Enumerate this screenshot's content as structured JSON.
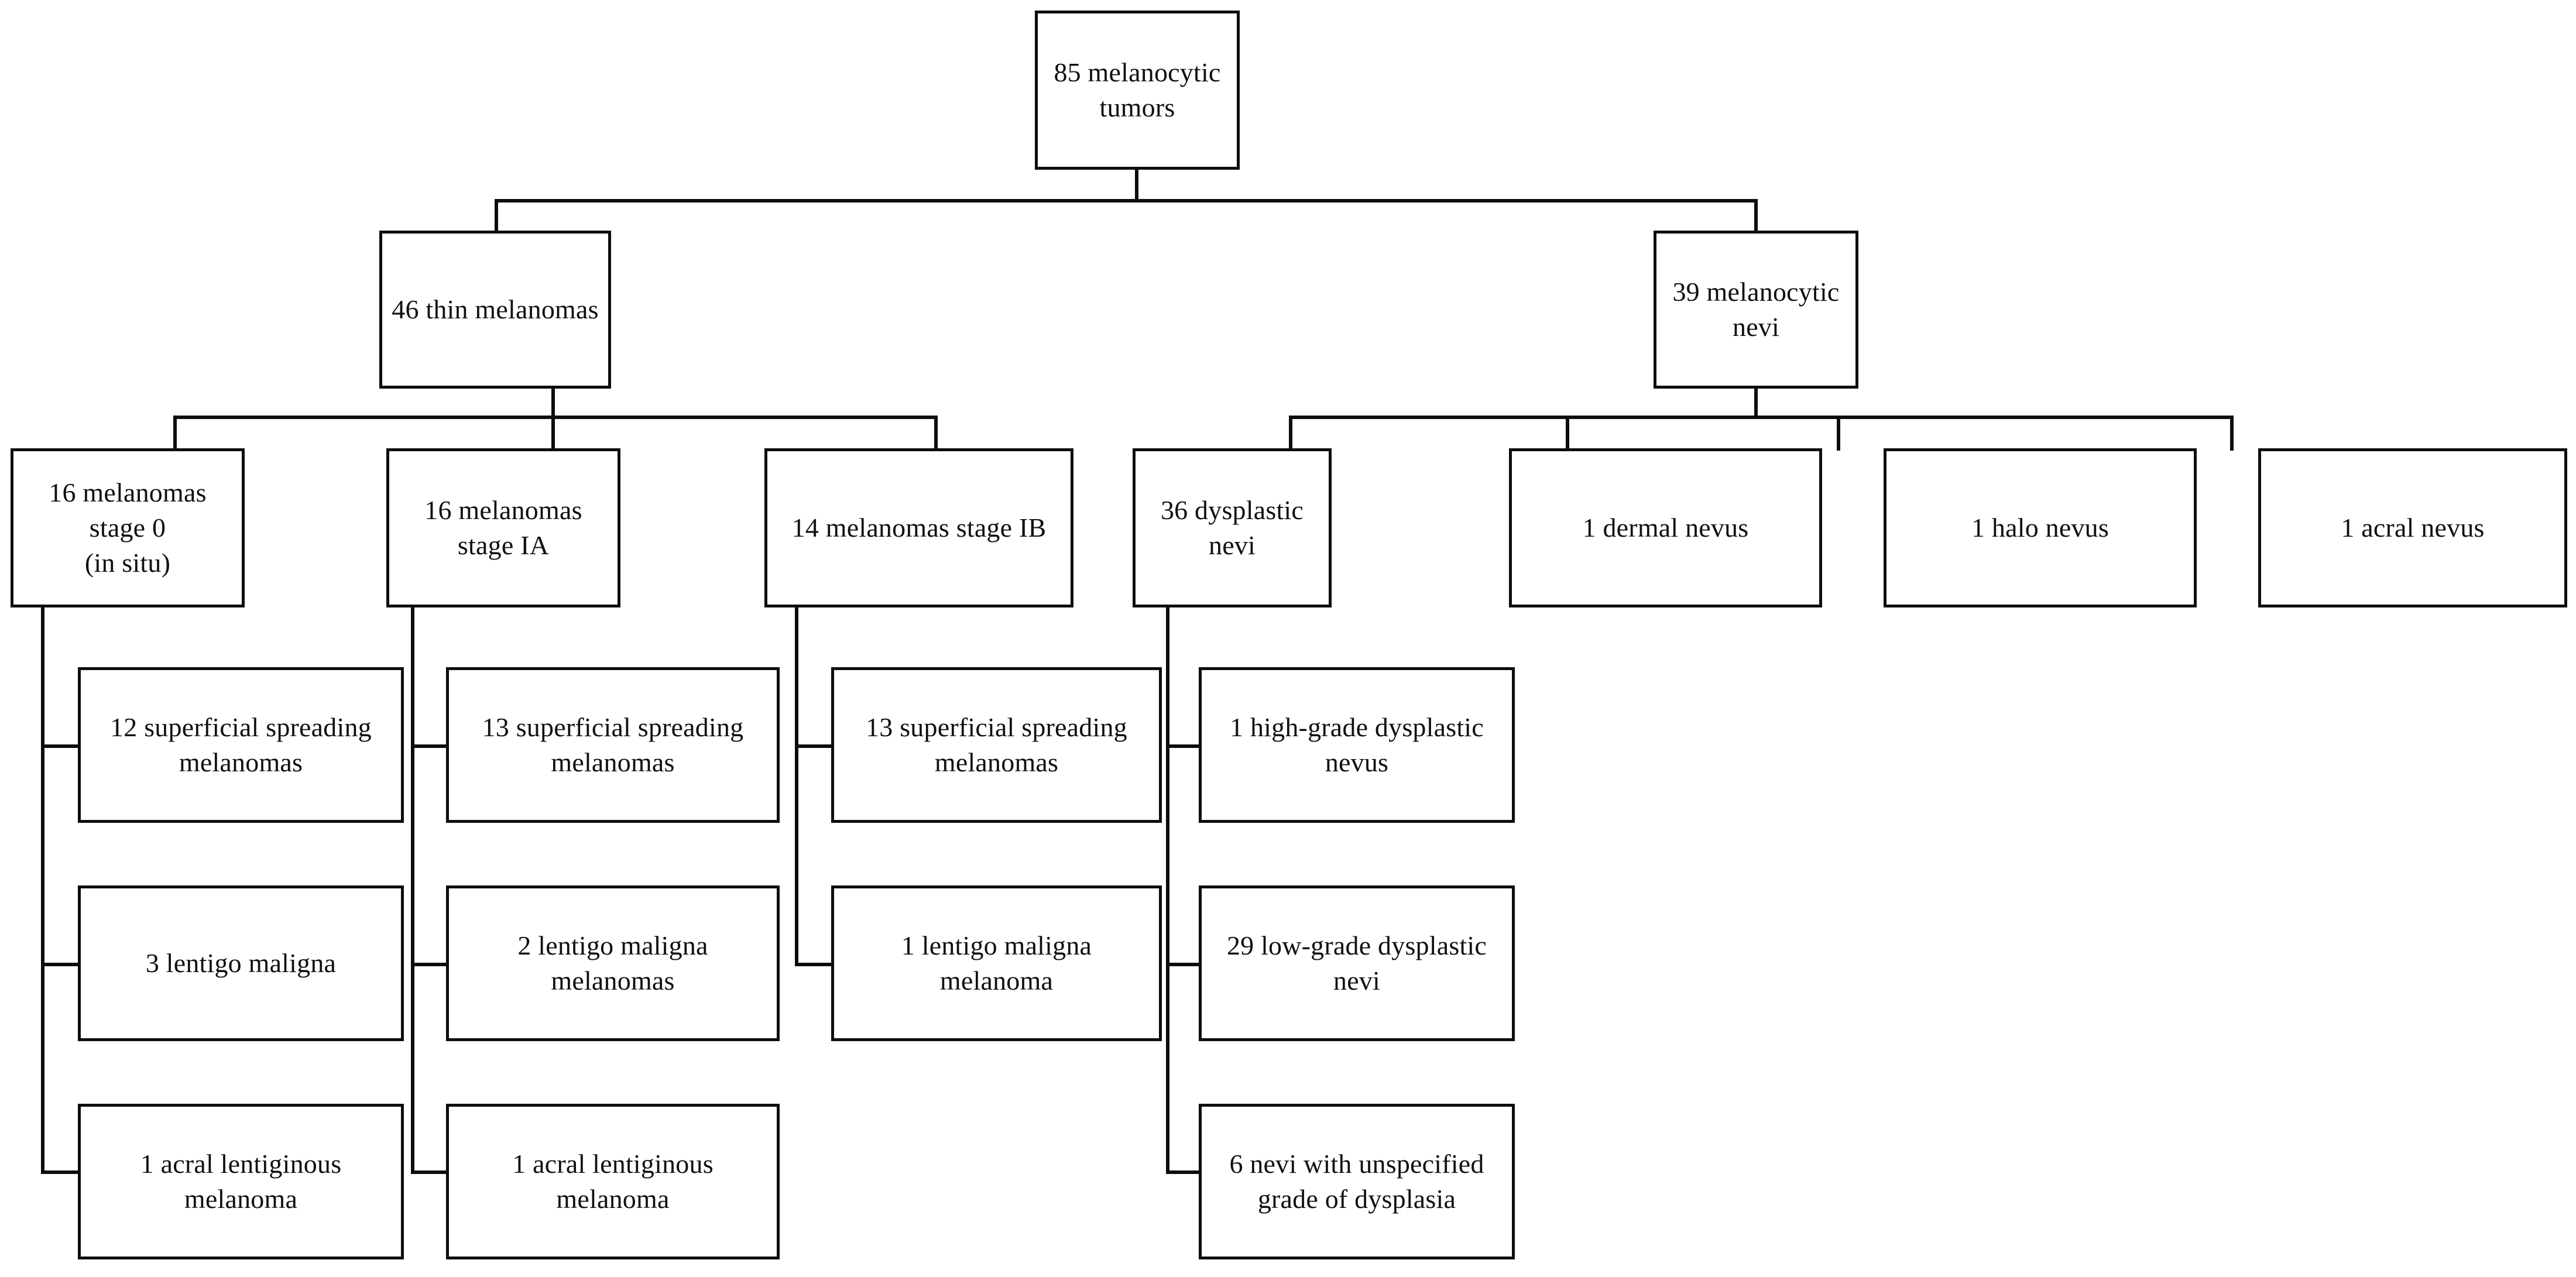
{
  "diagram": {
    "title": "Melanocytic tumor classification flowchart",
    "style": {
      "box_border_color": "#0d0d0d",
      "background": "#ffffff",
      "text_color": "#101010"
    },
    "nodes": {
      "root": {
        "label": "85 melanocytic tumors"
      },
      "thin_melanomas": {
        "label": "46 thin melanomas"
      },
      "melanocytic_nevi": {
        "label": "39 melanocytic nevi"
      },
      "stage0": {
        "label": "16 melanomas stage 0\n(in situ)"
      },
      "stage_ia": {
        "label": "16 melanomas stage IA"
      },
      "stage_ib": {
        "label": "14 melanomas stage IB"
      },
      "dysplastic_nevi": {
        "label": "36 dysplastic nevi"
      },
      "dermal_nevus": {
        "label": "1 dermal nevus"
      },
      "halo_nevus": {
        "label": "1 halo nevus"
      },
      "acral_nevus": {
        "label": "1 acral nevus"
      },
      "ssm_stage0": {
        "label": "12 superficial  spreading\nmelanomas"
      },
      "lm_stage0": {
        "label": "3 lentigo maligna"
      },
      "alm_stage0": {
        "label": "1 acral lentiginous\nmelanoma"
      },
      "ssm_ia": {
        "label": "13 superficial  spreading\nmelanomas"
      },
      "lmm_ia": {
        "label": "2 lentigo maligna\nmelanomas"
      },
      "alm_ia": {
        "label": "1 acral lentiginous\nmelanoma"
      },
      "ssm_ib": {
        "label": "13 superficial  spreading\nmelanomas"
      },
      "lmm_ib": {
        "label": "1 lentigo maligna\nmelanoma"
      },
      "high_grade": {
        "label": "1 high-grade  dysplastic\nnevus"
      },
      "low_grade": {
        "label": "29 low-grade  dysplastic\nnevi"
      },
      "unspecified_grade": {
        "label": "6 nevi with unspecified\ngrade of dysplasia"
      }
    }
  }
}
